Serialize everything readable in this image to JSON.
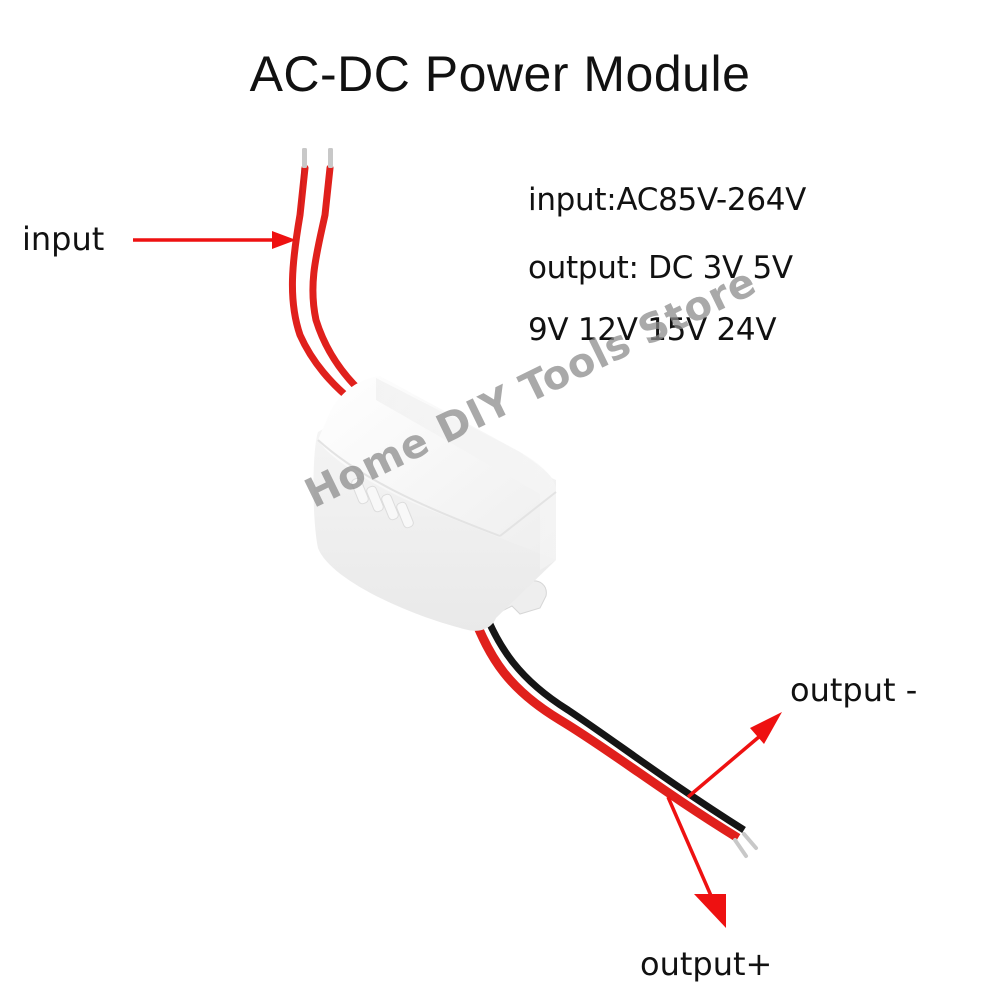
{
  "title": "AC-DC Power Module",
  "specs": {
    "line1": "input:AC85V-264V",
    "line2": "output: DC 3V 5V",
    "line3": "9V 12V 15V 24V"
  },
  "labels": {
    "input": "input",
    "output_negative": "output -",
    "output_positive": "output+"
  },
  "watermark": "Home DIY Tools Store",
  "colors": {
    "arrow": "#ee1111",
    "wire_red": "#e0201c",
    "wire_black": "#151515",
    "module_body": "#f4f4f4",
    "watermark": "#8c8c8c"
  },
  "icons": {
    "input_arrow": "arrow-right-icon",
    "output_negative_arrow": "arrow-up-right-icon",
    "output_positive_arrow": "arrow-down-icon"
  }
}
